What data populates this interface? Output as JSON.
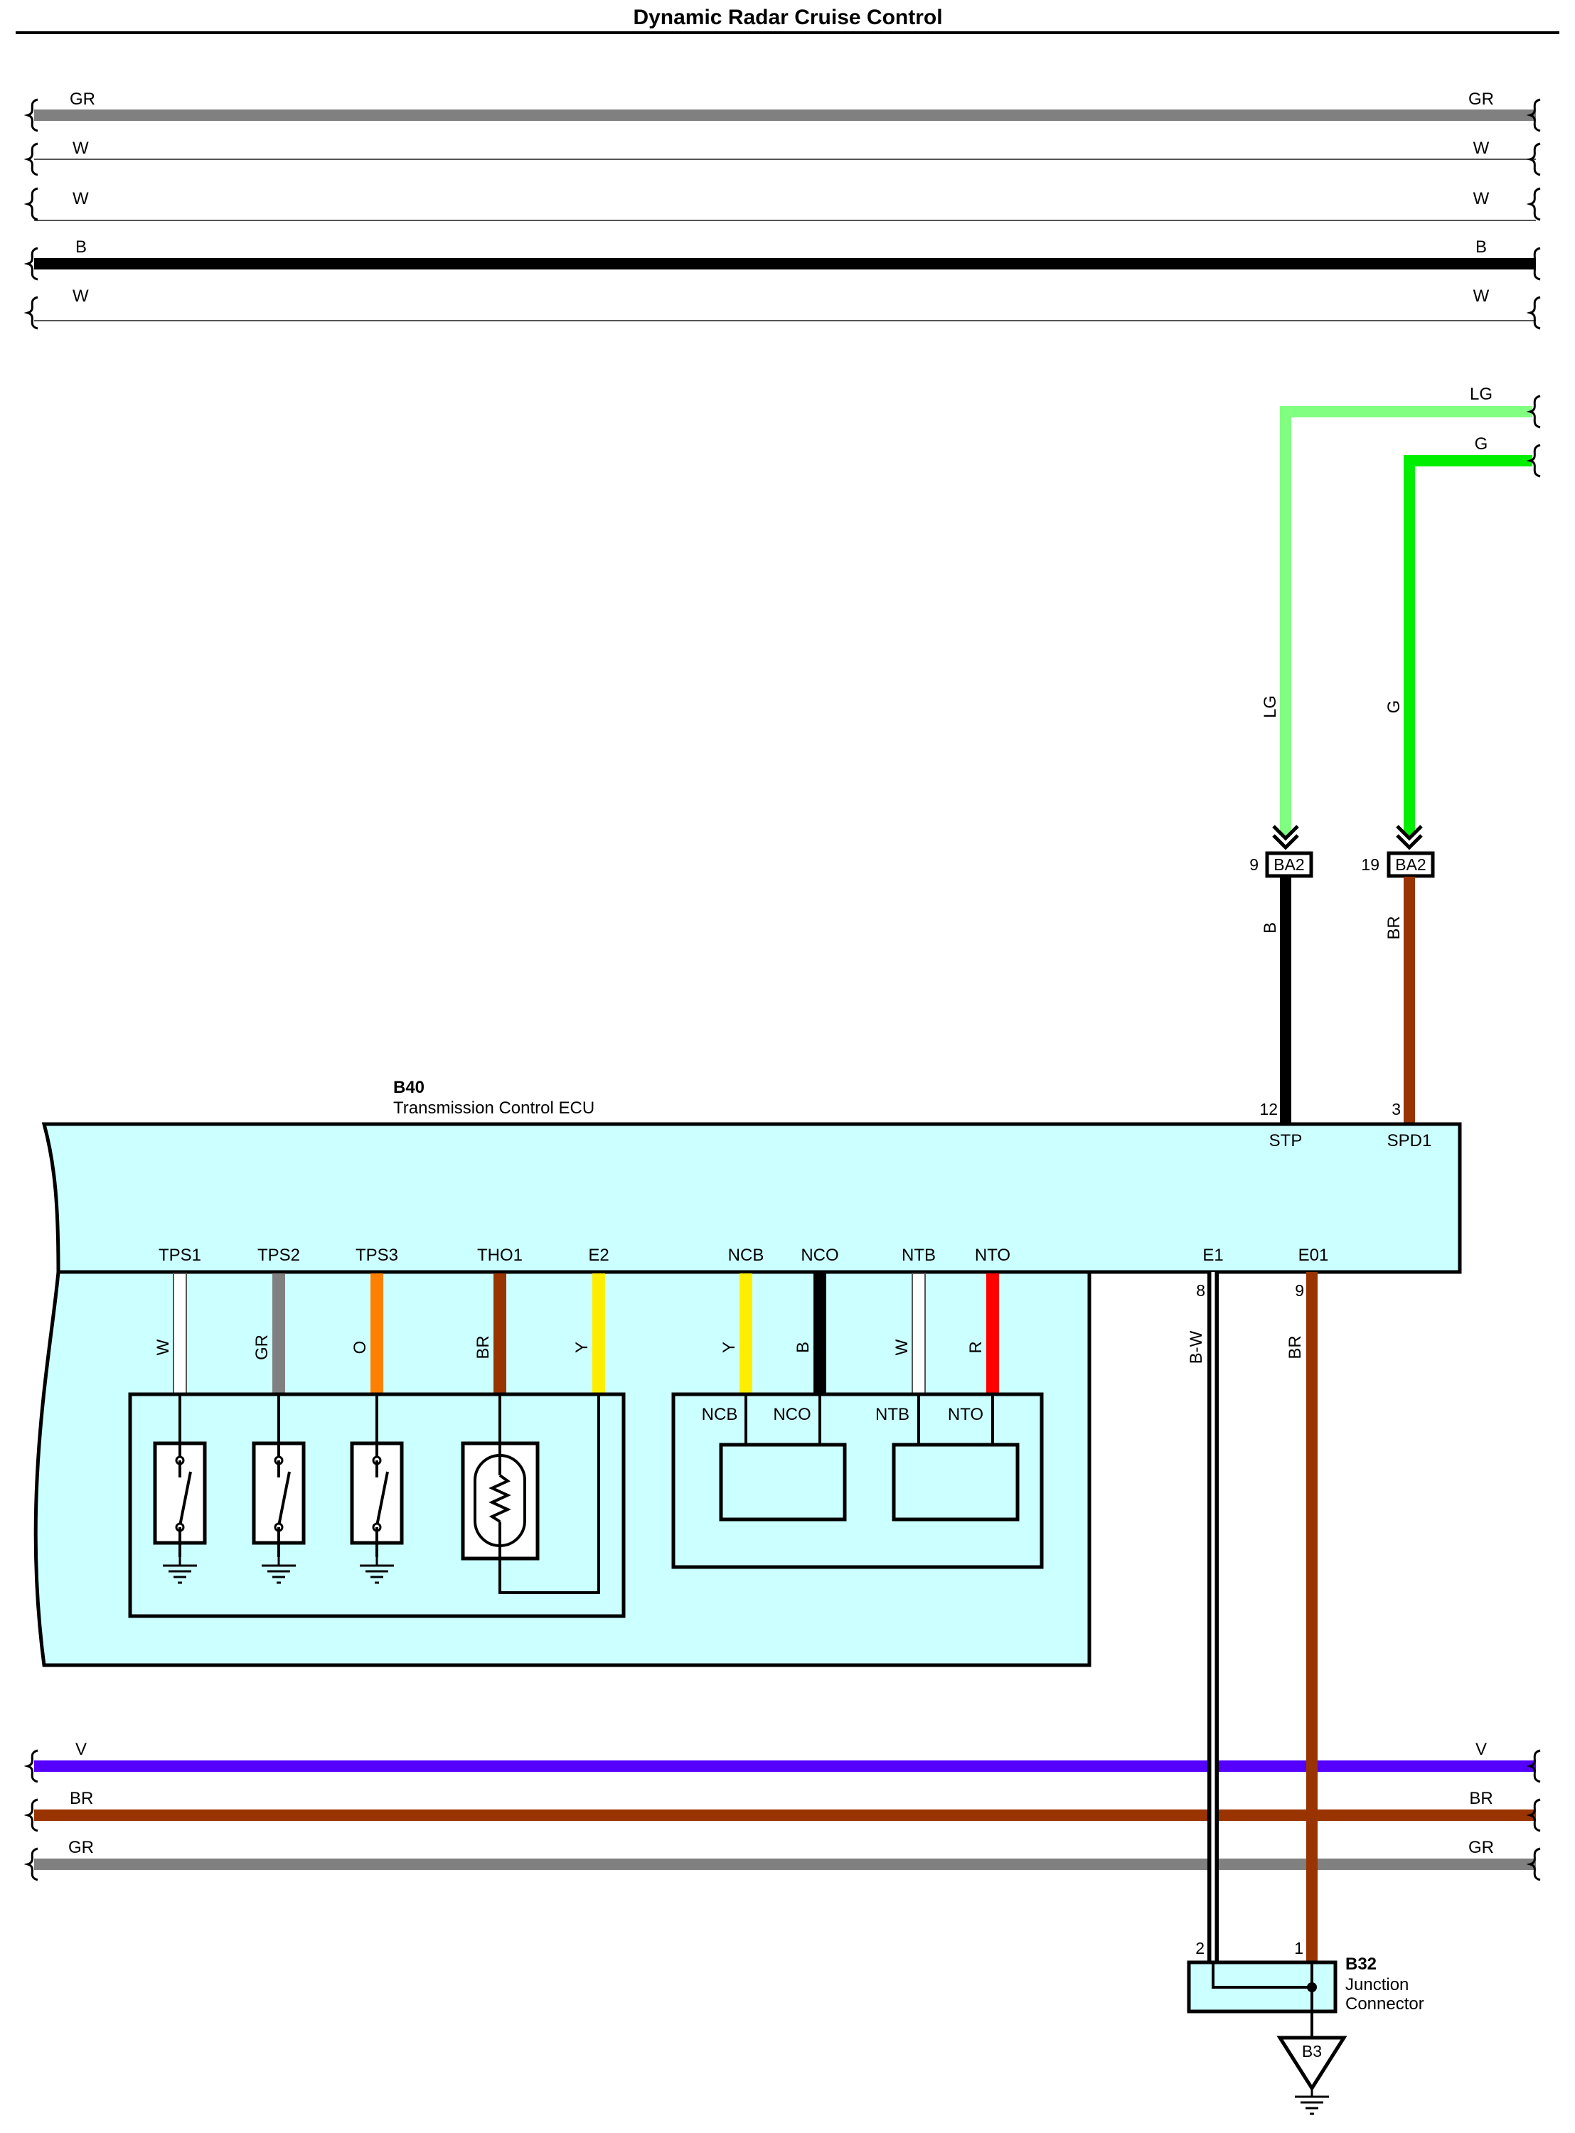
{
  "title": "Dynamic Radar Cruise Control",
  "colors": {
    "GR": "#808080",
    "W": "#ffffff",
    "B": "#000000",
    "LG": "#80ff80",
    "G": "#00ee00",
    "BR": "#993300",
    "O": "#ff8000",
    "Y": "#ffee00",
    "R": "#ff0000",
    "V": "#5500ff",
    "ecu_fill": "#ccffff"
  },
  "top_bus": [
    {
      "label": "GR",
      "color": "GR"
    },
    {
      "label": "W",
      "color": "W"
    },
    {
      "label": "W",
      "color": "W"
    },
    {
      "label": "B",
      "color": "B"
    },
    {
      "label": "W",
      "color": "W"
    }
  ],
  "bottom_bus": [
    {
      "label": "V",
      "color": "V"
    },
    {
      "label": "BR",
      "color": "BR"
    },
    {
      "label": "GR",
      "color": "GR"
    }
  ],
  "right_inputs": [
    {
      "label": "LG",
      "vertical_label": "LG",
      "color": "LG"
    },
    {
      "label": "G",
      "vertical_label": "G",
      "color": "G"
    }
  ],
  "connectors": [
    {
      "pin": "9",
      "name": "BA2",
      "wire_below": "B"
    },
    {
      "pin": "19",
      "name": "BA2",
      "wire_below": "BR"
    }
  ],
  "ecu": {
    "code": "B40",
    "name": "Transmission Control ECU",
    "top_pins": [
      {
        "pin": "12",
        "name": "STP"
      },
      {
        "pin": "3",
        "name": "SPD1"
      }
    ],
    "bottom_terminals": [
      {
        "name": "TPS1",
        "wire": "W"
      },
      {
        "name": "TPS2",
        "wire": "GR"
      },
      {
        "name": "TPS3",
        "wire": "O"
      },
      {
        "name": "THO1",
        "wire": "BR"
      },
      {
        "name": "E2",
        "wire": "Y"
      },
      {
        "name": "NCB",
        "wire": "Y"
      },
      {
        "name": "NCO",
        "wire": "B"
      },
      {
        "name": "NTB",
        "wire": "W"
      },
      {
        "name": "NTO",
        "wire": "R"
      }
    ],
    "ground_pins": [
      {
        "pin": "8",
        "name": "E1",
        "wire": "B-W"
      },
      {
        "pin": "9",
        "name": "E01",
        "wire": "BR"
      }
    ],
    "sensor_labels": [
      "NCB",
      "NCO",
      "NTB",
      "NTO"
    ]
  },
  "junction": {
    "code": "B32",
    "name_line1": "Junction",
    "name_line2": "Connector",
    "pins": [
      "2",
      "1"
    ],
    "ground": "B3"
  }
}
